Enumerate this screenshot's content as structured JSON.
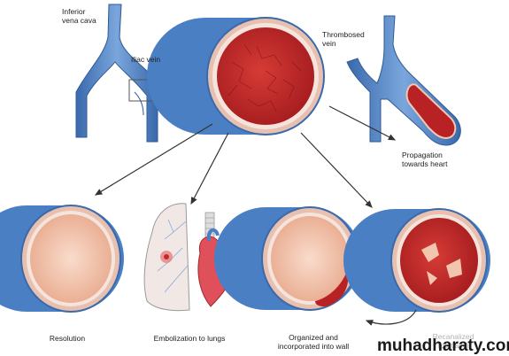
{
  "labels": {
    "inferior_vena_cava_line1": "Inferior",
    "inferior_vena_cava_line2": "vena cava",
    "iliac_vein": "Iliac vein",
    "thrombosed_vein_line1": "Thrombosed",
    "thrombosed_vein_line2": "vein",
    "propagation_line1": "Propagation",
    "propagation_line2": "towards heart",
    "resolution": "Resolution",
    "embolization": "Embolization to lungs",
    "organized_line1": "Organized and",
    "organized_line2": "incorporated into wall",
    "recanalized_line1": "Recanalized",
    "recanalized_line2": "(partially)"
  },
  "watermark": "muhadharaty.com",
  "colors": {
    "vessel_blue": "#4a7fc4",
    "vessel_wall": "#e8c3b4",
    "thrombus_red": "#c22a2a",
    "lumen_pink": "#f2c6ae",
    "arrow": "#333333"
  }
}
